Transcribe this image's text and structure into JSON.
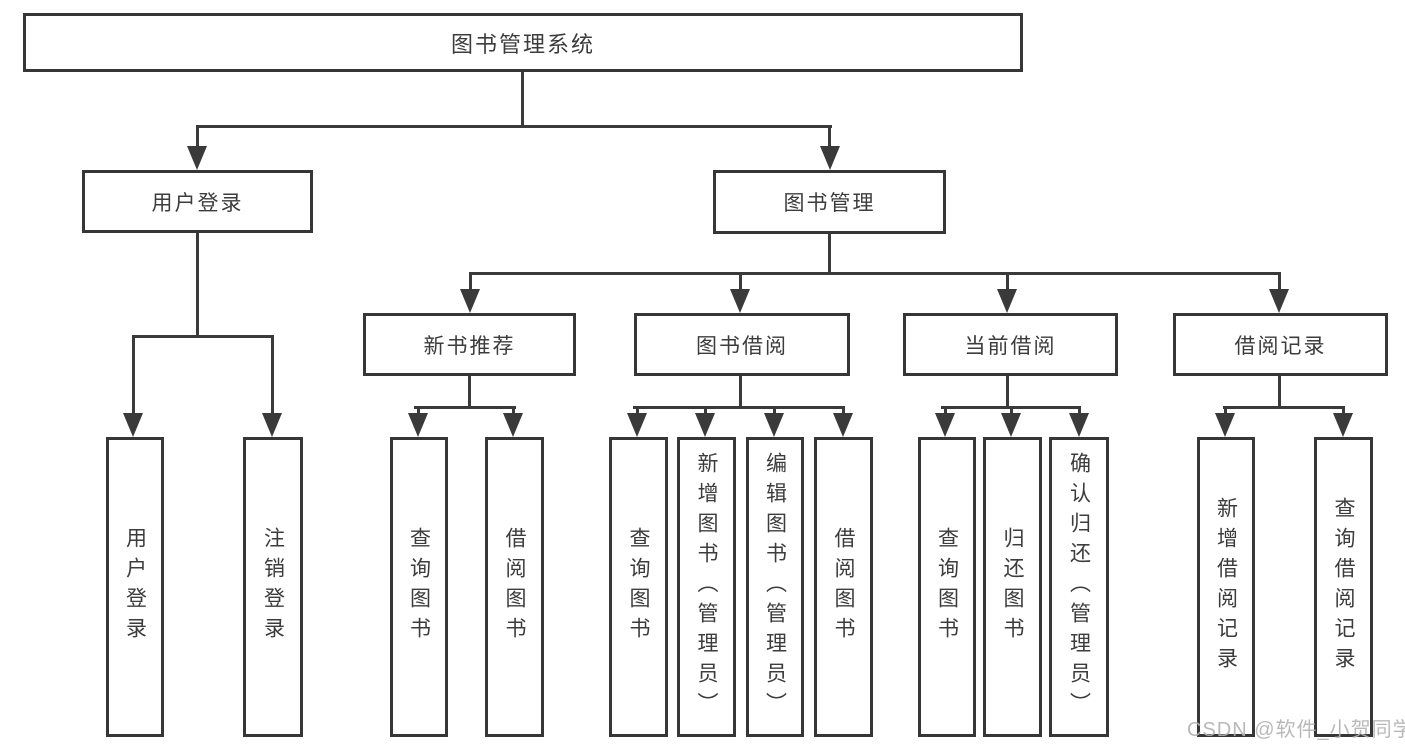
{
  "watermark": "CSDN @软件_小贺同学",
  "colors": {
    "line": "#3a3a3a",
    "box_border": "#363636",
    "text": "#3c3c3c",
    "background": "#ffffff",
    "watermark": "#b2b2b2"
  },
  "tree": {
    "root": {
      "label": "图书管理系统"
    },
    "branches": [
      {
        "label": "用户登录",
        "children": [
          {
            "label": "用户登录"
          },
          {
            "label": "注销登录"
          }
        ]
      },
      {
        "label": "图书管理",
        "children": [
          {
            "label": "新书推荐",
            "children": [
              {
                "label": "查询图书"
              },
              {
                "label": "借阅图书"
              }
            ]
          },
          {
            "label": "图书借阅",
            "children": [
              {
                "label": "查询图书"
              },
              {
                "label": "新增图书（管理员）"
              },
              {
                "label": "编辑图书（管理员）"
              },
              {
                "label": "借阅图书"
              }
            ]
          },
          {
            "label": "当前借阅",
            "children": [
              {
                "label": "查询图书"
              },
              {
                "label": "归还图书"
              },
              {
                "label": "确认归还（管理员）"
              }
            ]
          },
          {
            "label": "借阅记录",
            "children": [
              {
                "label": "新增借阅记录"
              },
              {
                "label": "查询借阅记录"
              }
            ]
          }
        ]
      }
    ]
  }
}
